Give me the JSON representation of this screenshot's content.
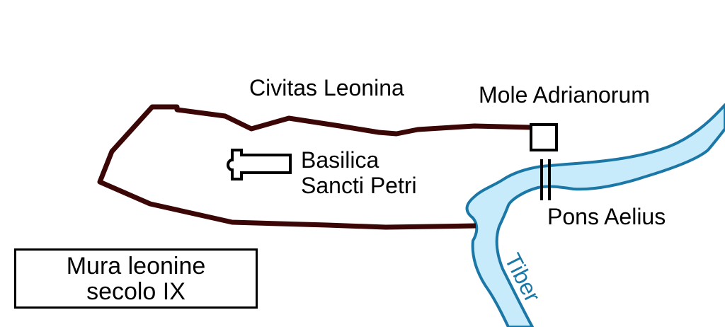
{
  "map": {
    "labels": {
      "civitas": "Civitas Leonina",
      "mole": "Mole Adrianorum",
      "basilica_line1": "Basilica",
      "basilica_line2": "Sancti Petri",
      "pons": "Pons Aelius",
      "river": "Tiber"
    },
    "legend": {
      "line1": "Mura leonine",
      "line2": "secolo IX"
    },
    "colors": {
      "wall": "#3b0606",
      "river_fill": "#c8ebfb",
      "river_stroke": "#1a77a6",
      "ink": "#000000"
    }
  }
}
